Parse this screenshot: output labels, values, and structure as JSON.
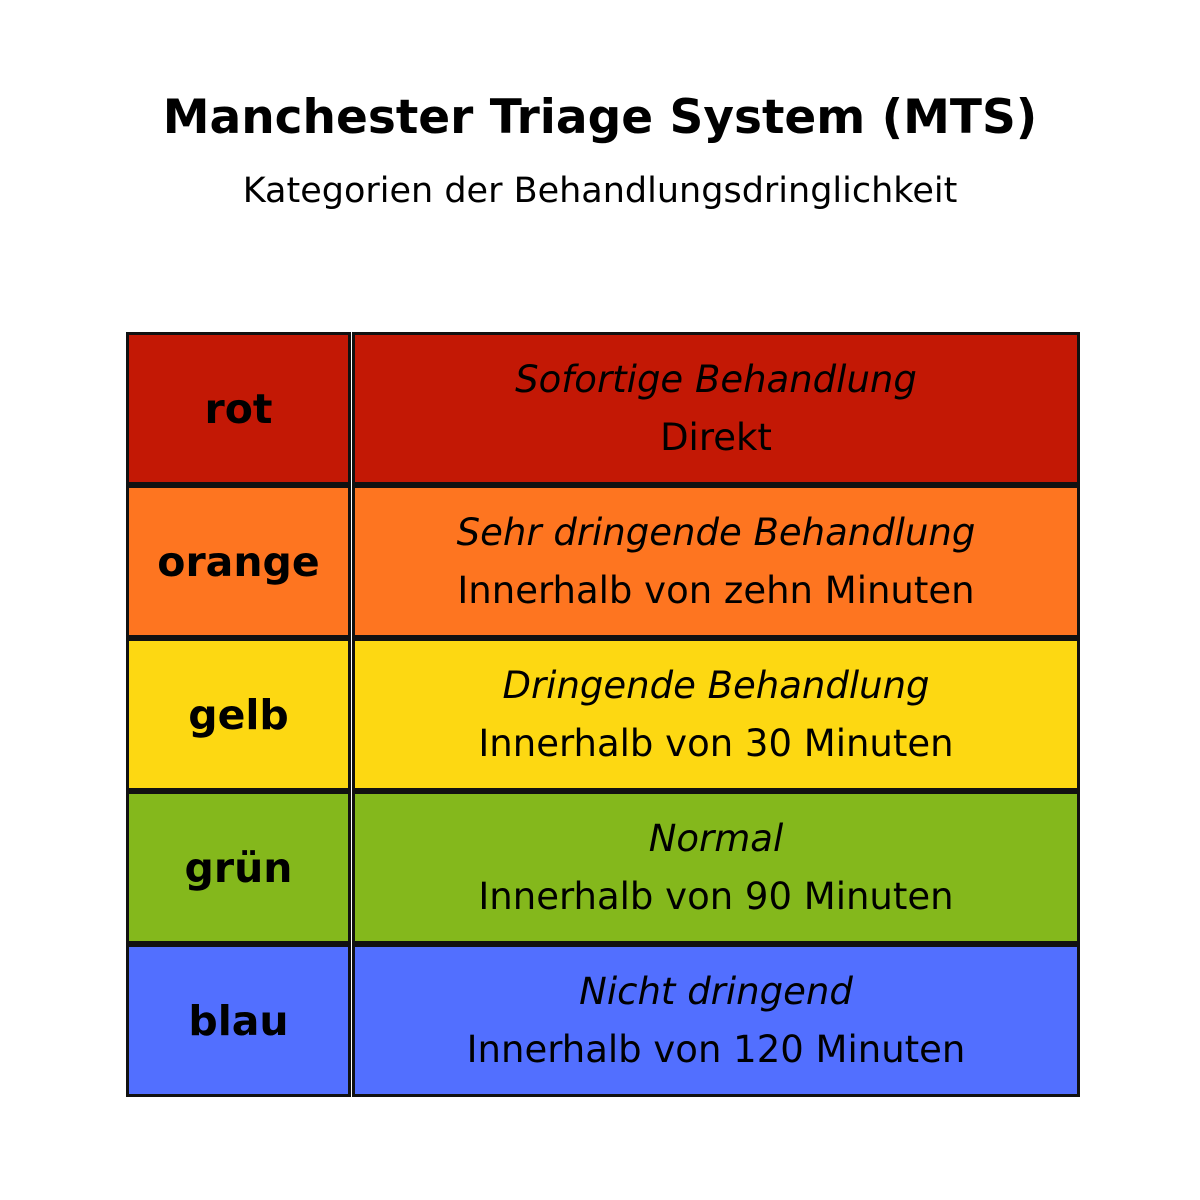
{
  "header": {
    "title": "Manchester Triage System (MTS)",
    "subtitle": "Kategorien der Behandlungsdringlichkeit"
  },
  "table": {
    "rows": [
      {
        "category": "rot",
        "urgency": "Sofortige Behandlung",
        "time": "Direkt",
        "color": "#C31805"
      },
      {
        "category": "orange",
        "urgency": "Sehr dringende Behandlung",
        "time": "Innerhalb von zehn Minuten",
        "color": "#FE7520"
      },
      {
        "category": "gelb",
        "urgency": "Dringende Behandlung",
        "time": "Innerhalb von 30 Minuten",
        "color": "#FDD812"
      },
      {
        "category": "grün",
        "urgency": "Normal",
        "time": "Innerhalb von 90 Minuten",
        "color": "#84B81C"
      },
      {
        "category": "blau",
        "urgency": "Nicht dringend",
        "time": "Innerhalb von 120 Minuten",
        "color": "#526FFF"
      }
    ]
  }
}
